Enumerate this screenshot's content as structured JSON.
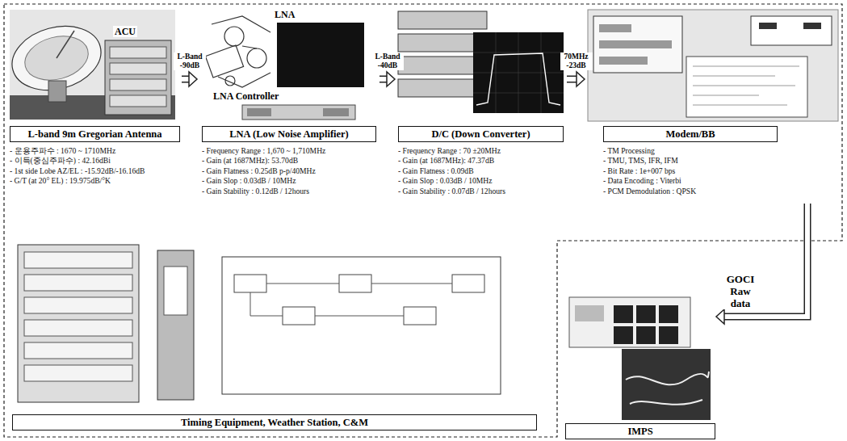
{
  "diagram": {
    "nodes": [
      {
        "text": [
          "L-band 9m Gregorian Antenna",
          "- 운용주파수 : 1670 ~ 1710MHz",
          "- 이득(중심주파수) : 42.16dBi",
          "- 1st side Lobe AZ/EL : -15.92dB/-16.16dB",
          "- G/T (at 20° EL) : 19.975dB/°K"
        ]
      },
      {
        "text": [
          "LNA (Low Noise Amplifier)",
          "- Frequency Range : 1,670 ~ 1,710MHz",
          "- Gain (at 1687MHz): 53.70dB",
          "- Gain Flatness : 0.25dB p-p/40MHz",
          "- Gain Slop : 0.03dB / 10MHz",
          "- Gain Stability : 0.12dB / 12hours"
        ]
      },
      {
        "text": [
          "D/C (Down Converter)",
          "- Frequency Range : 70 ±20MHz",
          "- Gain (at 1687MHz): 47.37dB",
          "- Gain Flatness : 0.09dB",
          "- Gain Slop : 0.03dB / 10MHz",
          "- Gain Stability : 0.07dB / 12hours"
        ]
      },
      {
        "text": [
          "Modem/BB",
          "- TM Processing",
          "- TMU, TMS, IFR, IFM",
          "- Bit Rate : 1e+007 bps",
          "- Data Encoding : Viterbi",
          "- PCM Demodulation : QPSK"
        ]
      },
      {
        "text": [
          "Timing Equipment, Weather Station, C&M"
        ]
      },
      {
        "text": [
          "IMPS"
        ]
      }
    ],
    "edges": [
      {
        "from": 0,
        "to": 1,
        "label": "L-Band -90dB",
        "arrow": "to"
      },
      {
        "from": 1,
        "to": 2,
        "label": "L-Band -40dB",
        "arrow": "to"
      },
      {
        "from": 2,
        "to": 3,
        "label": "70MHz -23dB",
        "arrow": "to"
      },
      {
        "from": 3,
        "to": 5,
        "label": "GOCI Raw data",
        "arrow": "to"
      }
    ],
    "labels": [
      "ACU",
      "LNA",
      "LNA Controller"
    ]
  }
}
